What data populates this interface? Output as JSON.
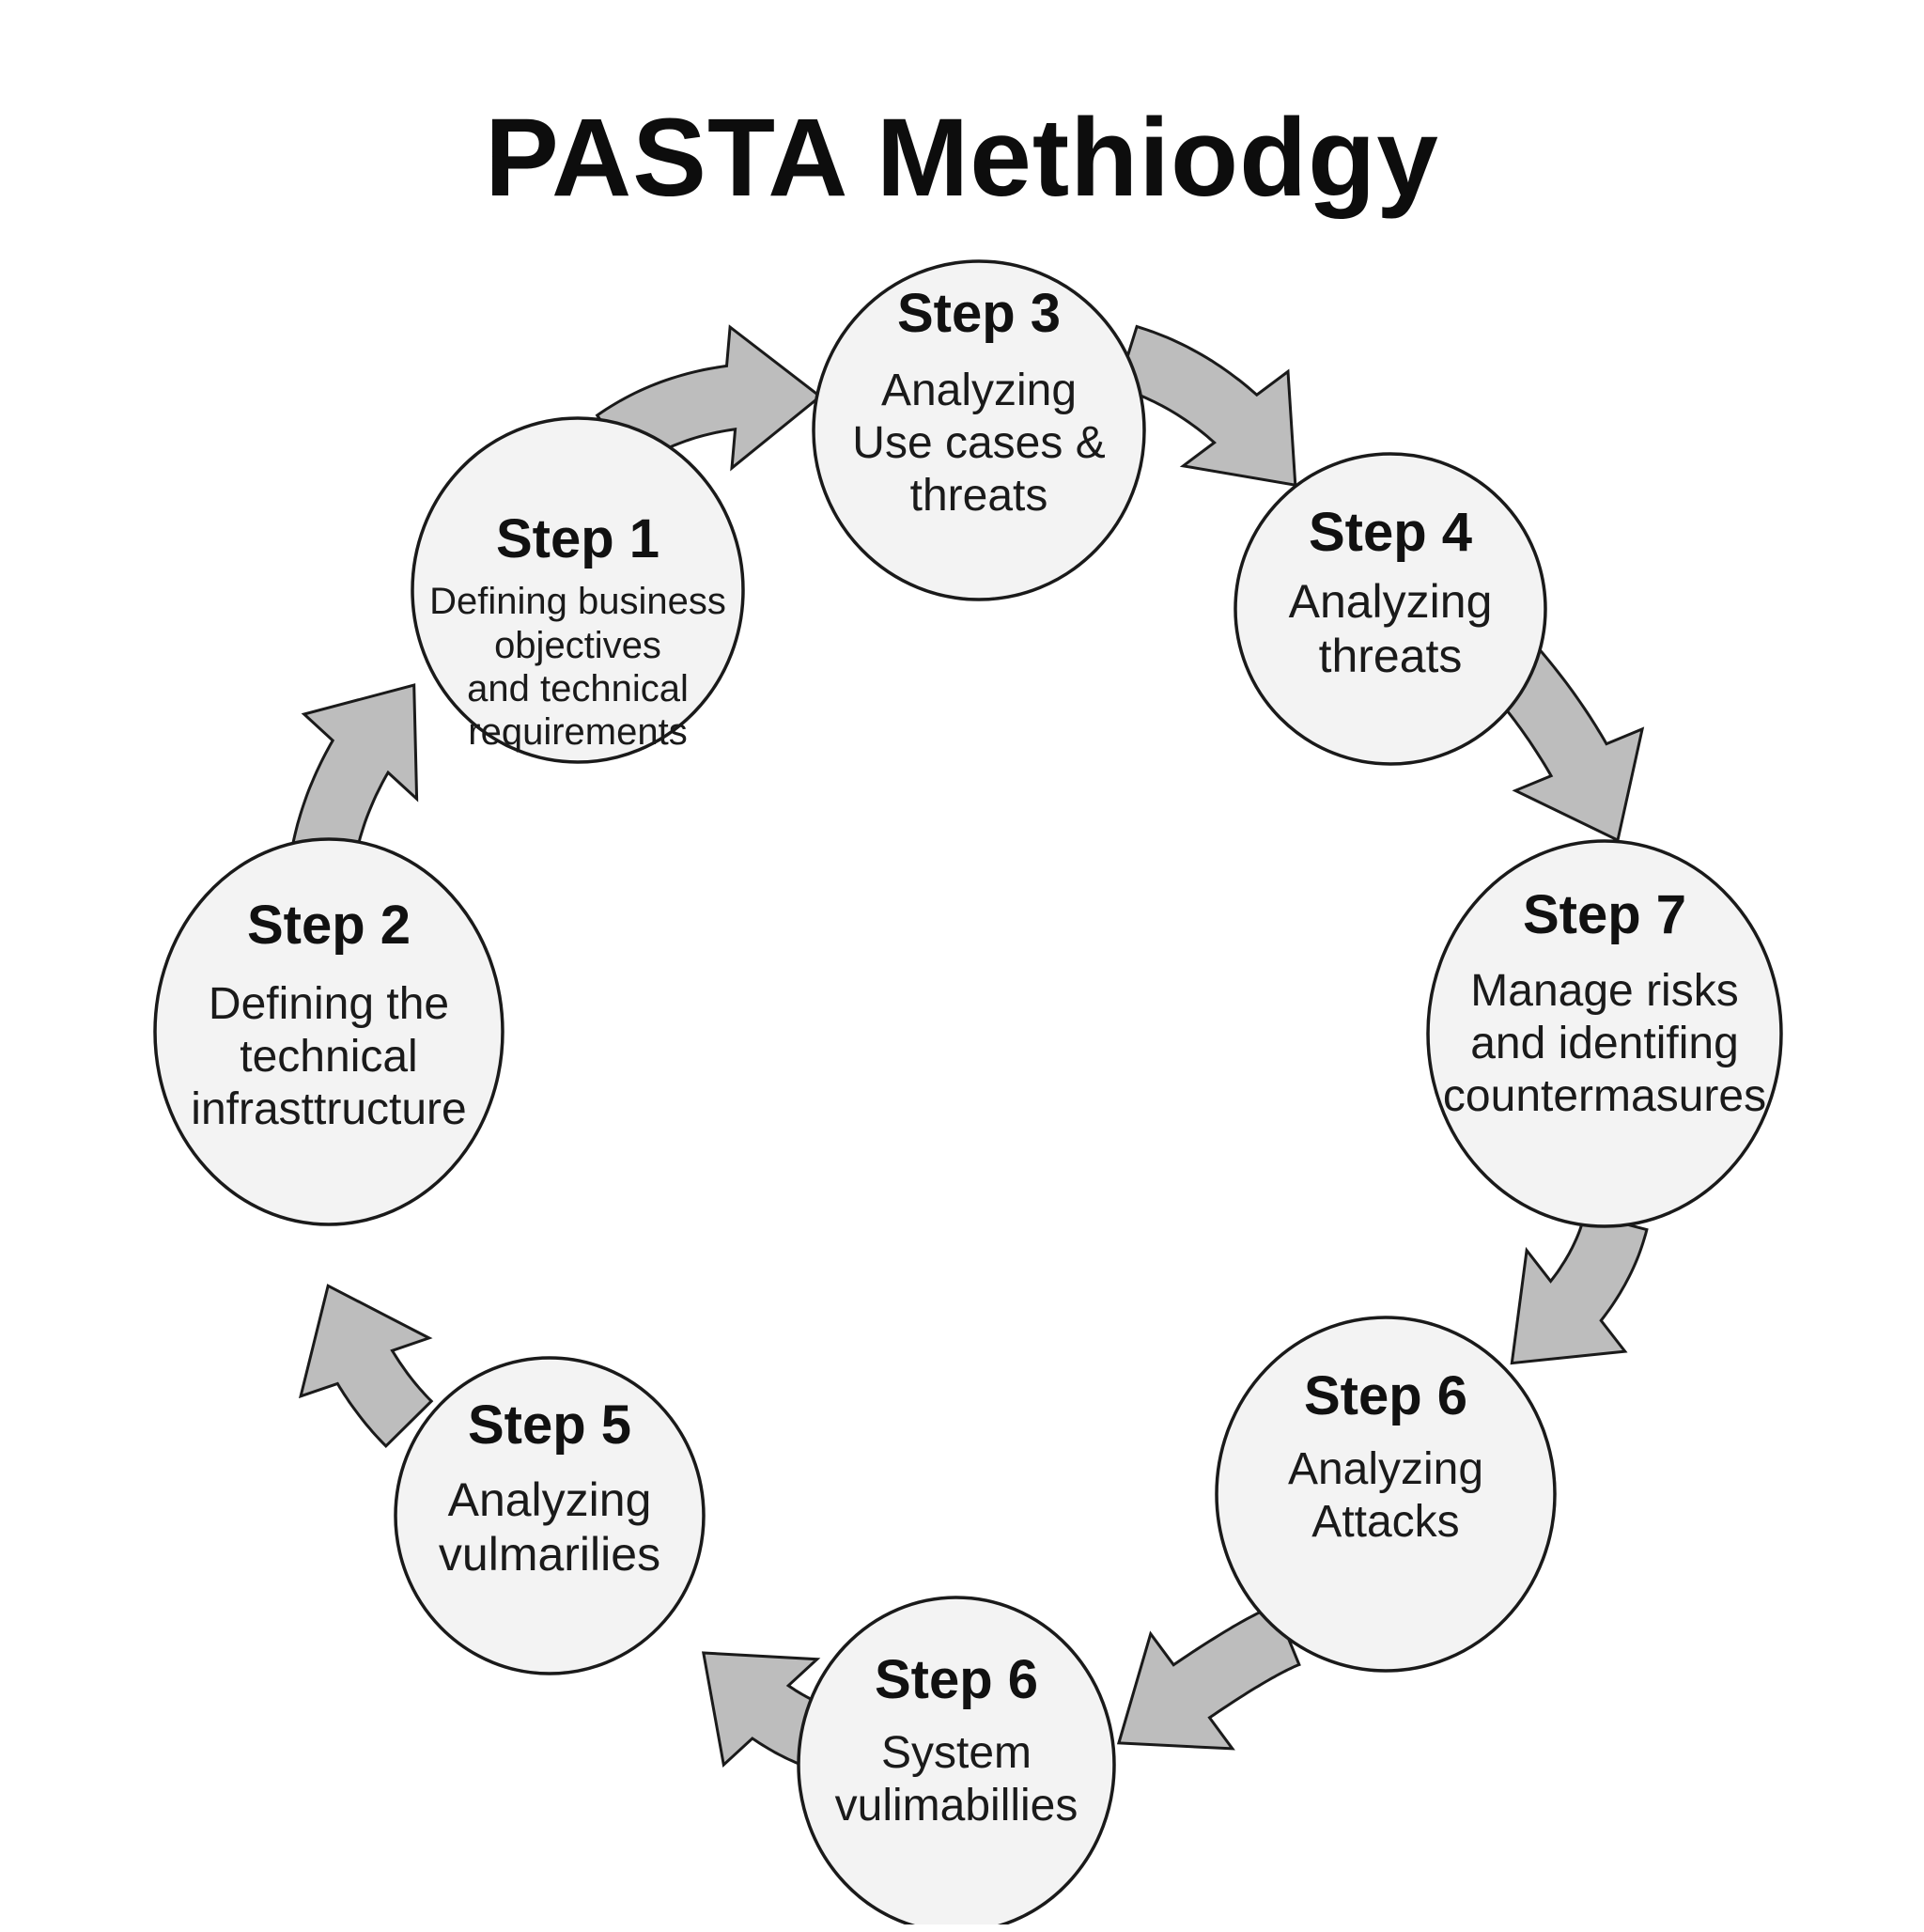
{
  "title": "PASTA Methiodgy",
  "colors": {
    "arrow_fill": "#bdbdbd",
    "circle_fill": "#f3f3f3",
    "stroke": "#1a1a1a"
  },
  "steps": [
    {
      "step": "Step 1",
      "desc": "Defining business\nobjectives\nand technical\nrequirements"
    },
    {
      "step": "Step 2",
      "desc": "Defining the\ntechnical\ninfrasttructure"
    },
    {
      "step": "Step 3",
      "desc": "Analyzing\nUse cases &\nthreats"
    },
    {
      "step": "Step 4",
      "desc": "Analyzing\nthreats"
    },
    {
      "step": "Step 7",
      "desc": "Manage risks\nand identifing\ncountermasures"
    },
    {
      "step": "Step 6",
      "desc": "Analyzing\nAttacks"
    },
    {
      "step": "Step 6",
      "desc": "System\nvulimabillies"
    },
    {
      "step": "Step 5",
      "desc": "Analyzing\nvulmarilies"
    }
  ]
}
